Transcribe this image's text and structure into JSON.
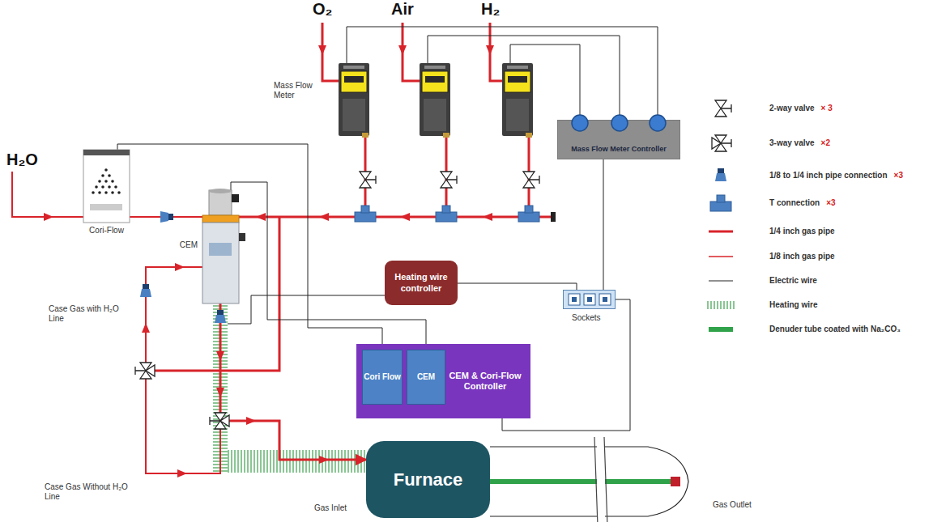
{
  "diagram": {
    "nodes": [
      {
        "text": [
          "Cori-Flow"
        ]
      },
      {
        "text": [
          "CEM"
        ]
      },
      {
        "text": [
          "Mass Flow Meter Controller"
        ]
      },
      {
        "text": [
          "Heating wire controller"
        ]
      },
      {
        "text": [
          "Sockets"
        ]
      },
      {
        "text": [
          "CEM & Cori-Flow Controller"
        ]
      },
      {
        "text": [
          "Cori Flow"
        ],
        "in": 5
      },
      {
        "text": [
          "CEM"
        ],
        "in": 5
      },
      {
        "text": [
          "Furnace"
        ]
      }
    ],
    "edges": [
      {
        "from": 0,
        "to": 1,
        "arrow": "none"
      },
      {
        "from": 1,
        "to": 8,
        "arrow": "to"
      },
      {
        "from": 0,
        "to": 6,
        "arrow": "none"
      },
      {
        "from": 1,
        "to": 7,
        "arrow": "none"
      },
      {
        "from": 3,
        "to": 4,
        "arrow": "none"
      },
      {
        "from": 2,
        "to": 4,
        "arrow": "none"
      },
      {
        "from": 5,
        "to": 4,
        "arrow": "none"
      }
    ],
    "labels": [
      "O₂",
      "Air",
      "H₂",
      "Mass Flow Meter",
      "H₂O",
      "Case Gas with H₂O Line",
      "Case Gas Without H₂O Line",
      "Gas Inlet",
      "Gas Outlet",
      "× 3",
      "×2",
      "×3",
      "×3"
    ],
    "legend": [
      {
        "text": "2-way valve"
      },
      {
        "text": "3-way valve"
      },
      {
        "text": "1/8 to 1/4 inch pipe connection"
      },
      {
        "text": "T connection"
      },
      {
        "text": "1/4 inch gas pipe"
      },
      {
        "text": "1/8 inch gas pipe"
      },
      {
        "text": "Electric wire"
      },
      {
        "text": "Heating wire"
      },
      {
        "text": "Denuder tube coated with Na₂CO₃"
      }
    ]
  }
}
